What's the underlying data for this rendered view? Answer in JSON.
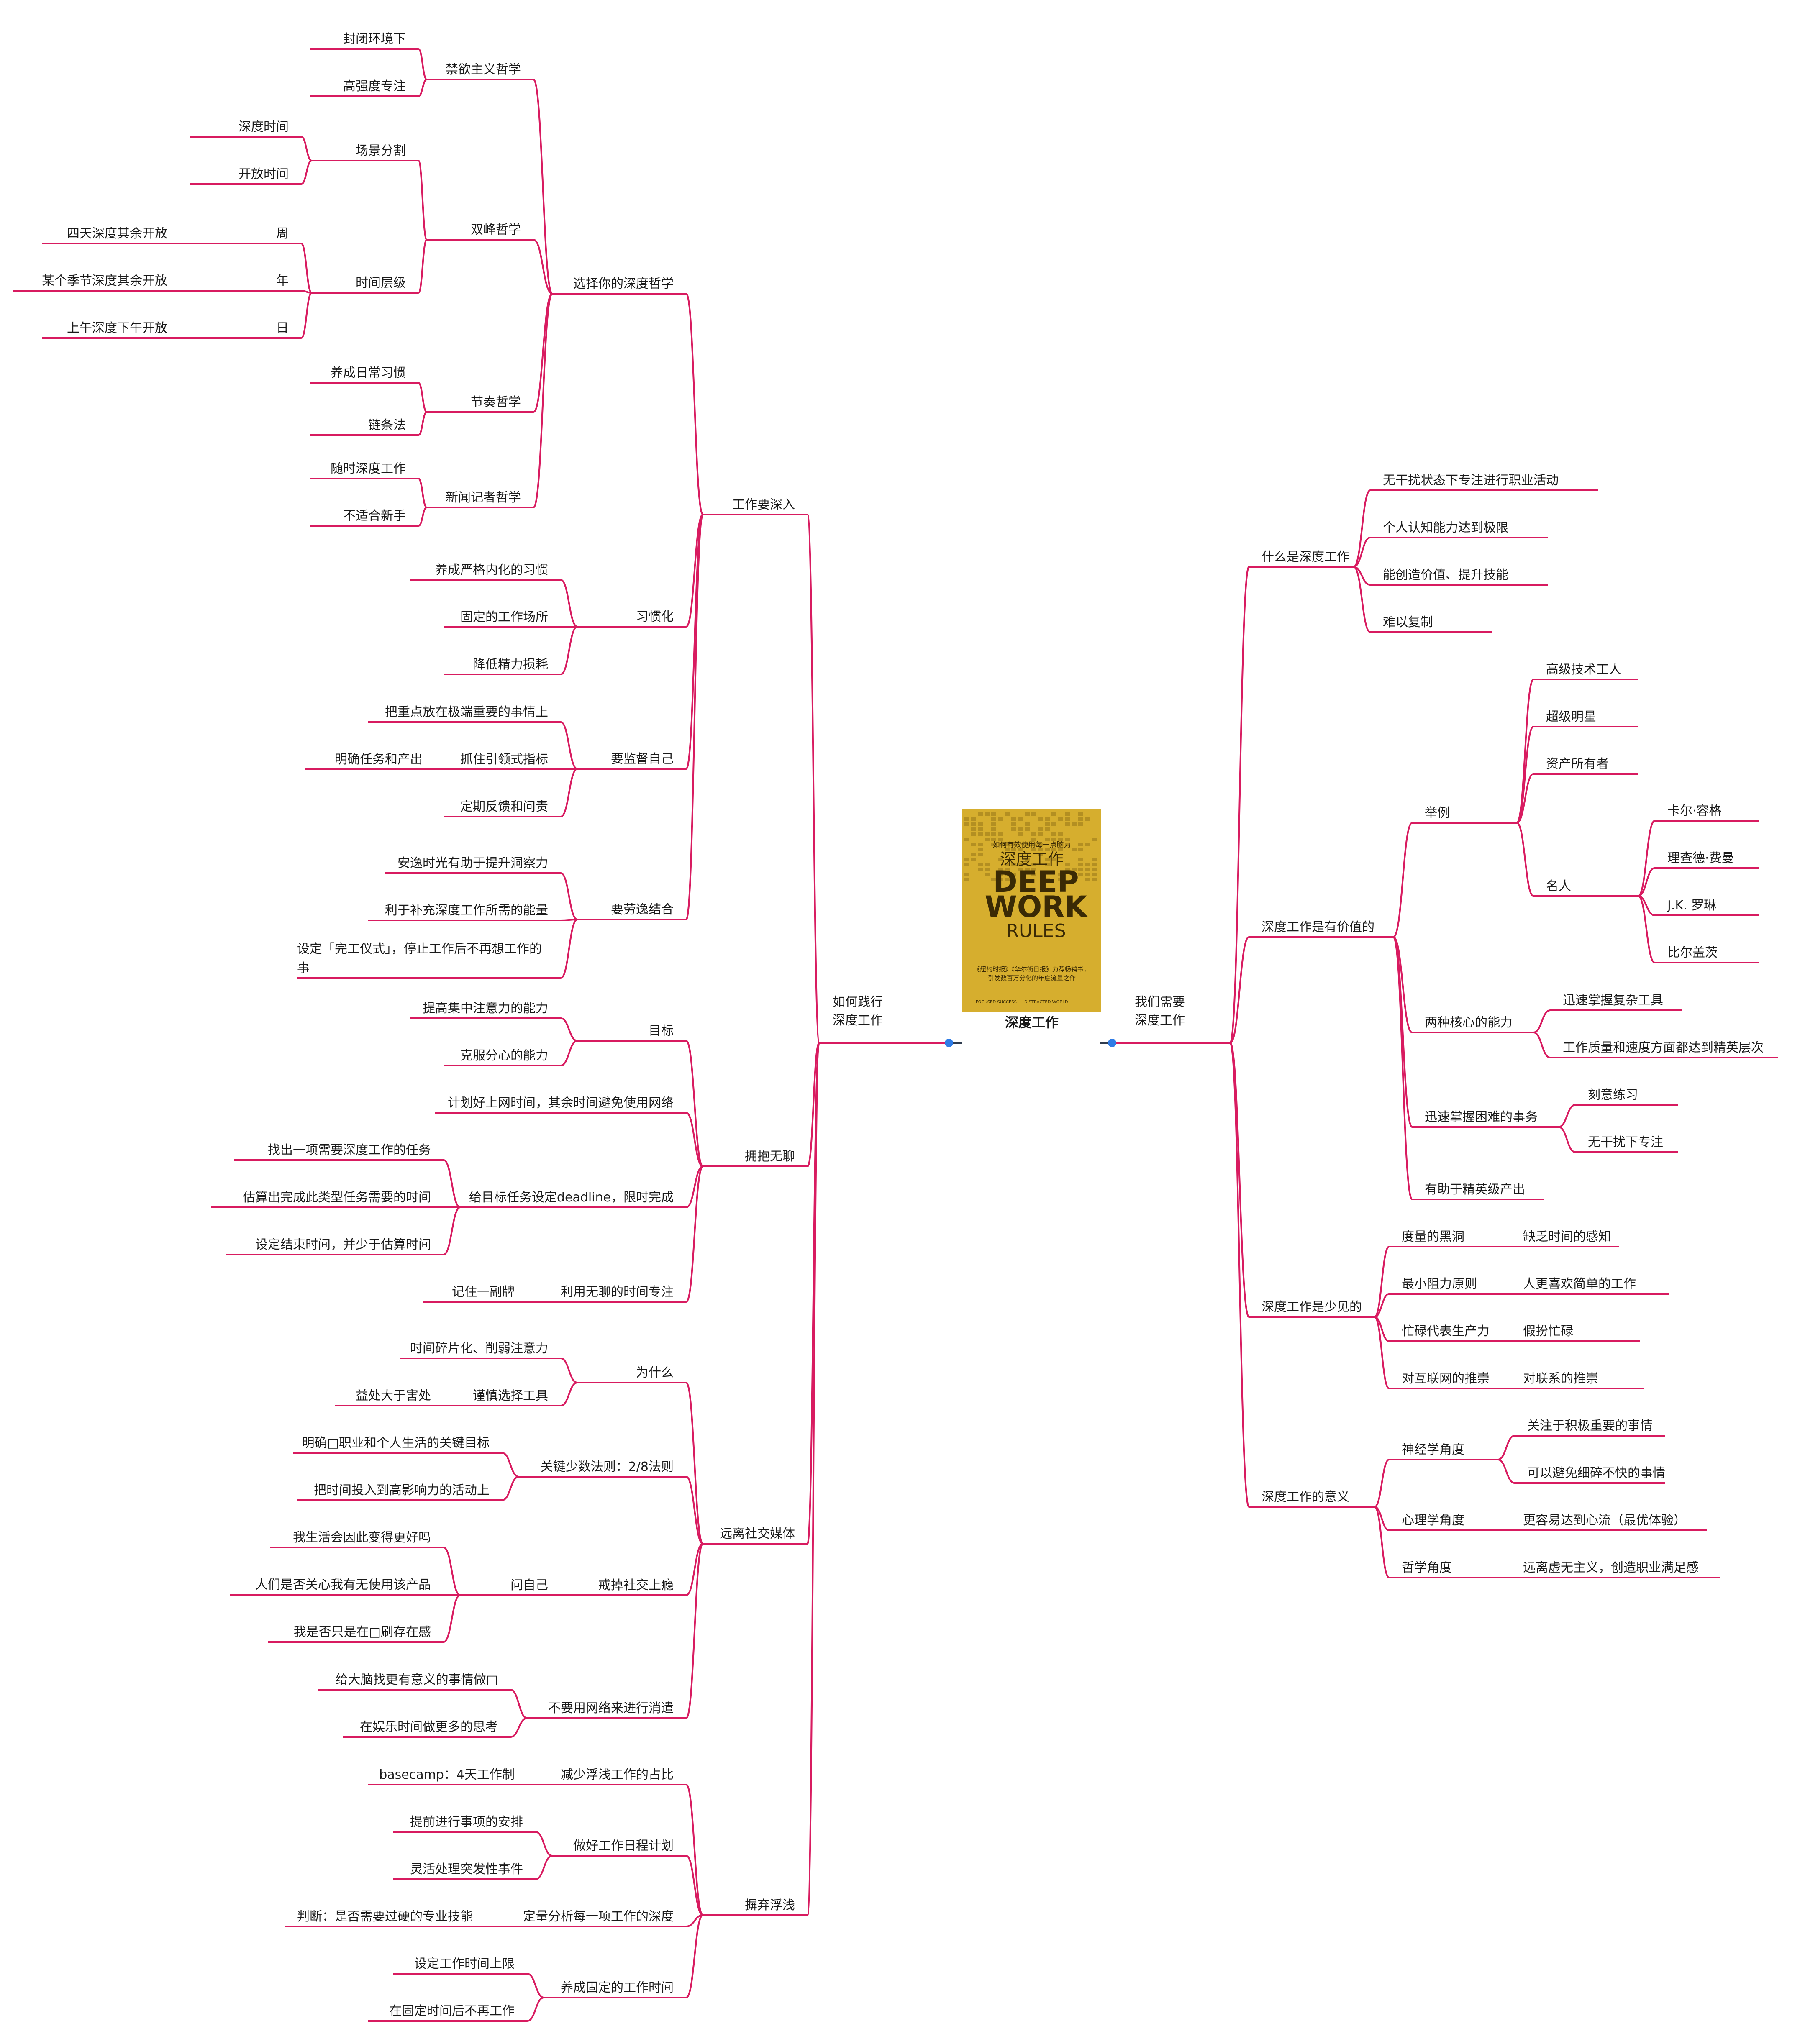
{
  "colors": {
    "branch": "#d81b60",
    "connector": "#2e3b4e",
    "dot": "#2f7ce6",
    "cover_bg": "#d6ae2e",
    "cover_dark": "#3a2a05",
    "cover_mid": "#8a6a14",
    "text": "#1a1a1a"
  },
  "root": {
    "title": "深度工作",
    "cover": {
      "subtitle": "如何有效使用每一点脑力",
      "title_cn": "深度工作",
      "line1": "DEEP",
      "line2": "WORK",
      "line3": "RULES",
      "tagline1": "《纽约时报》《华尔街日报》力荐畅销书，",
      "tagline2": "引发数百万分化的年度流量之作",
      "footer_left": "FOCUSED SUCCESS",
      "footer_right": "DISTRACTED WORLD"
    }
  },
  "left_main": {
    "label_line1": "如何践行",
    "label_line2": "深度工作",
    "children": [
      {
        "label": "工作要深入",
        "children": [
          {
            "label": "选择你的深度哲学",
            "children": [
              {
                "label": "禁欲主义哲学",
                "children": [
                  {
                    "label": "封闭环境下"
                  },
                  {
                    "label": "高强度专注"
                  }
                ]
              },
              {
                "label": "双峰哲学",
                "children": [
                  {
                    "label": "场景分割",
                    "children": [
                      {
                        "label": "深度时间"
                      },
                      {
                        "label": "开放时间"
                      }
                    ]
                  },
                  {
                    "label": "时间层级",
                    "children": [
                      {
                        "label": "周",
                        "children": [
                          {
                            "label": "四天深度其余开放"
                          }
                        ]
                      },
                      {
                        "label": "年",
                        "children": [
                          {
                            "label": "某个季节深度其余开放"
                          }
                        ]
                      },
                      {
                        "label": "日",
                        "children": [
                          {
                            "label": "上午深度下午开放"
                          }
                        ]
                      }
                    ]
                  }
                ]
              },
              {
                "label": "节奏哲学",
                "children": [
                  {
                    "label": "养成日常习惯"
                  },
                  {
                    "label": "链条法"
                  }
                ]
              },
              {
                "label": "新闻记者哲学",
                "children": [
                  {
                    "label": "随时深度工作"
                  },
                  {
                    "label": "不适合新手"
                  }
                ]
              }
            ]
          },
          {
            "label": "习惯化",
            "children": [
              {
                "label": "养成严格内化的习惯"
              },
              {
                "label": "固定的工作场所"
              },
              {
                "label": "降低精力损耗"
              }
            ]
          },
          {
            "label": "要监督自己",
            "children": [
              {
                "label": "把重点放在极端重要的事情上"
              },
              {
                "label": "抓住引领式指标",
                "children": [
                  {
                    "label": "明确任务和产出"
                  }
                ]
              },
              {
                "label": "定期反馈和问责"
              }
            ]
          },
          {
            "label": "要劳逸结合",
            "children": [
              {
                "label": "安逸时光有助于提升洞察力"
              },
              {
                "label": "利于补充深度工作所需的能量"
              },
              {
                "label": "设定「完工仪式」，停止工作后不再想工作的",
                "label2": "事"
              }
            ]
          }
        ]
      },
      {
        "label": "拥抱无聊",
        "children": [
          {
            "label": "目标",
            "children": [
              {
                "label": "提高集中注意力的能力"
              },
              {
                "label": "克服分心的能力"
              }
            ]
          },
          {
            "label": "计划好上网时间，其余时间避免使用网络"
          },
          {
            "label": "给目标任务设定deadline，限时完成",
            "children": [
              {
                "label": "找出一项需要深度工作的任务"
              },
              {
                "label": "估算出完成此类型任务需要的时间"
              },
              {
                "label": "设定结束时间，并少于估算时间"
              }
            ]
          },
          {
            "label": "利用无聊的时间专注",
            "children": [
              {
                "label": "记住一副牌"
              }
            ]
          }
        ]
      },
      {
        "label": "远离社交媒体",
        "children": [
          {
            "label": "为什么",
            "children": [
              {
                "label": "时间碎片化、削弱注意力"
              },
              {
                "label": "谨慎选择工具",
                "children": [
                  {
                    "label": "益处大于害处"
                  }
                ]
              }
            ]
          },
          {
            "label": "关键少数法则：2/8法则",
            "children": [
              {
                "label": "明确□职业和个人生活的关键目标"
              },
              {
                "label": "把时间投入到高影响力的活动上"
              }
            ]
          },
          {
            "label": "戒掉社交上瘾",
            "children": [
              {
                "label": "问自己",
                "children": [
                  {
                    "label": "我生活会因此变得更好吗"
                  },
                  {
                    "label": "人们是否关心我有无使用该产品"
                  },
                  {
                    "label": "我是否只是在□刷存在感"
                  }
                ]
              }
            ]
          },
          {
            "label": "不要用网络来进行消遣",
            "children": [
              {
                "label": "给大脑找更有意义的事情做□"
              },
              {
                "label": "在娱乐时间做更多的思考"
              }
            ]
          }
        ]
      },
      {
        "label": "摒弃浮浅",
        "children": [
          {
            "label": "减少浮浅工作的占比",
            "children": [
              {
                "label": "basecamp：4天工作制"
              }
            ]
          },
          {
            "label": "做好工作日程计划",
            "children": [
              {
                "label": "提前进行事项的安排"
              },
              {
                "label": "灵活处理突发性事件"
              }
            ]
          },
          {
            "label": "定量分析每一项工作的深度",
            "children": [
              {
                "label": "判断：是否需要过硬的专业技能"
              }
            ]
          },
          {
            "label": "养成固定的工作时间",
            "children": [
              {
                "label": "设定工作时间上限"
              },
              {
                "label": "在固定时间后不再工作"
              }
            ]
          }
        ]
      }
    ]
  },
  "right_main": {
    "label_line1": "我们需要",
    "label_line2": "深度工作",
    "children": [
      {
        "label": "什么是深度工作",
        "children": [
          {
            "label": "无干扰状态下专注进行职业活动"
          },
          {
            "label": "个人认知能力达到极限"
          },
          {
            "label": "能创造价值、提升技能"
          },
          {
            "label": "难以复制"
          }
        ]
      },
      {
        "label": "深度工作是有价值的",
        "children": [
          {
            "label": "举例",
            "children": [
              {
                "label": "高级技术工人"
              },
              {
                "label": "超级明星"
              },
              {
                "label": "资产所有者"
              },
              {
                "label": "名人",
                "children": [
                  {
                    "label": "卡尔·容格"
                  },
                  {
                    "label": "理查德·费曼"
                  },
                  {
                    "label": "J.K. 罗琳"
                  },
                  {
                    "label": "比尔盖茨"
                  }
                ]
              }
            ]
          },
          {
            "label": "两种核心的能力",
            "children": [
              {
                "label": "迅速掌握复杂工具"
              },
              {
                "label": "工作质量和速度方面都达到精英层次"
              }
            ]
          },
          {
            "label": "迅速掌握困难的事务",
            "children": [
              {
                "label": "刻意练习"
              },
              {
                "label": "无干扰下专注"
              }
            ]
          },
          {
            "label": "有助于精英级产出"
          }
        ]
      },
      {
        "label": "深度工作是少见的",
        "children": [
          {
            "label": "度量的黑洞",
            "children": [
              {
                "label": "缺乏时间的感知"
              }
            ]
          },
          {
            "label": "最小阻力原则",
            "children": [
              {
                "label": "人更喜欢简单的工作"
              }
            ]
          },
          {
            "label": "忙碌代表生产力",
            "children": [
              {
                "label": "假扮忙碌"
              }
            ]
          },
          {
            "label": "对互联网的推崇",
            "children": [
              {
                "label": "对联系的推崇"
              }
            ]
          }
        ]
      },
      {
        "label": "深度工作的意义",
        "children": [
          {
            "label": "神经学角度",
            "children": [
              {
                "label": "关注于积极重要的事情"
              },
              {
                "label": "可以避免细碎不快的事情"
              }
            ]
          },
          {
            "label": "心理学角度",
            "children": [
              {
                "label": "更容易达到心流（最优体验）"
              }
            ]
          },
          {
            "label": "哲学角度",
            "children": [
              {
                "label": "远离虚无主义，创造职业满足感"
              }
            ]
          }
        ]
      }
    ]
  }
}
